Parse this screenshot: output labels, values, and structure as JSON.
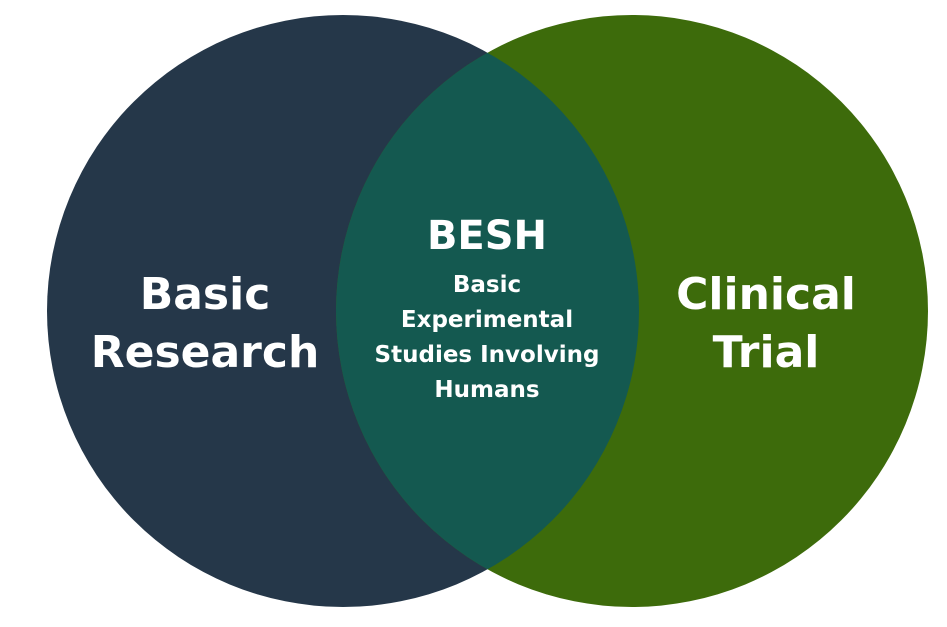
{
  "diagram": {
    "left_circle": {
      "lines": [
        "Basic",
        "Research"
      ],
      "color": "#253749"
    },
    "right_circle": {
      "lines": [
        "Clinical",
        "Trial"
      ],
      "color": "#3d6b0b"
    },
    "overlap": {
      "title": "BESH",
      "lines": [
        "Basic",
        "Experimental",
        "Studies Involving",
        "Humans"
      ],
      "color": "#145950"
    }
  }
}
